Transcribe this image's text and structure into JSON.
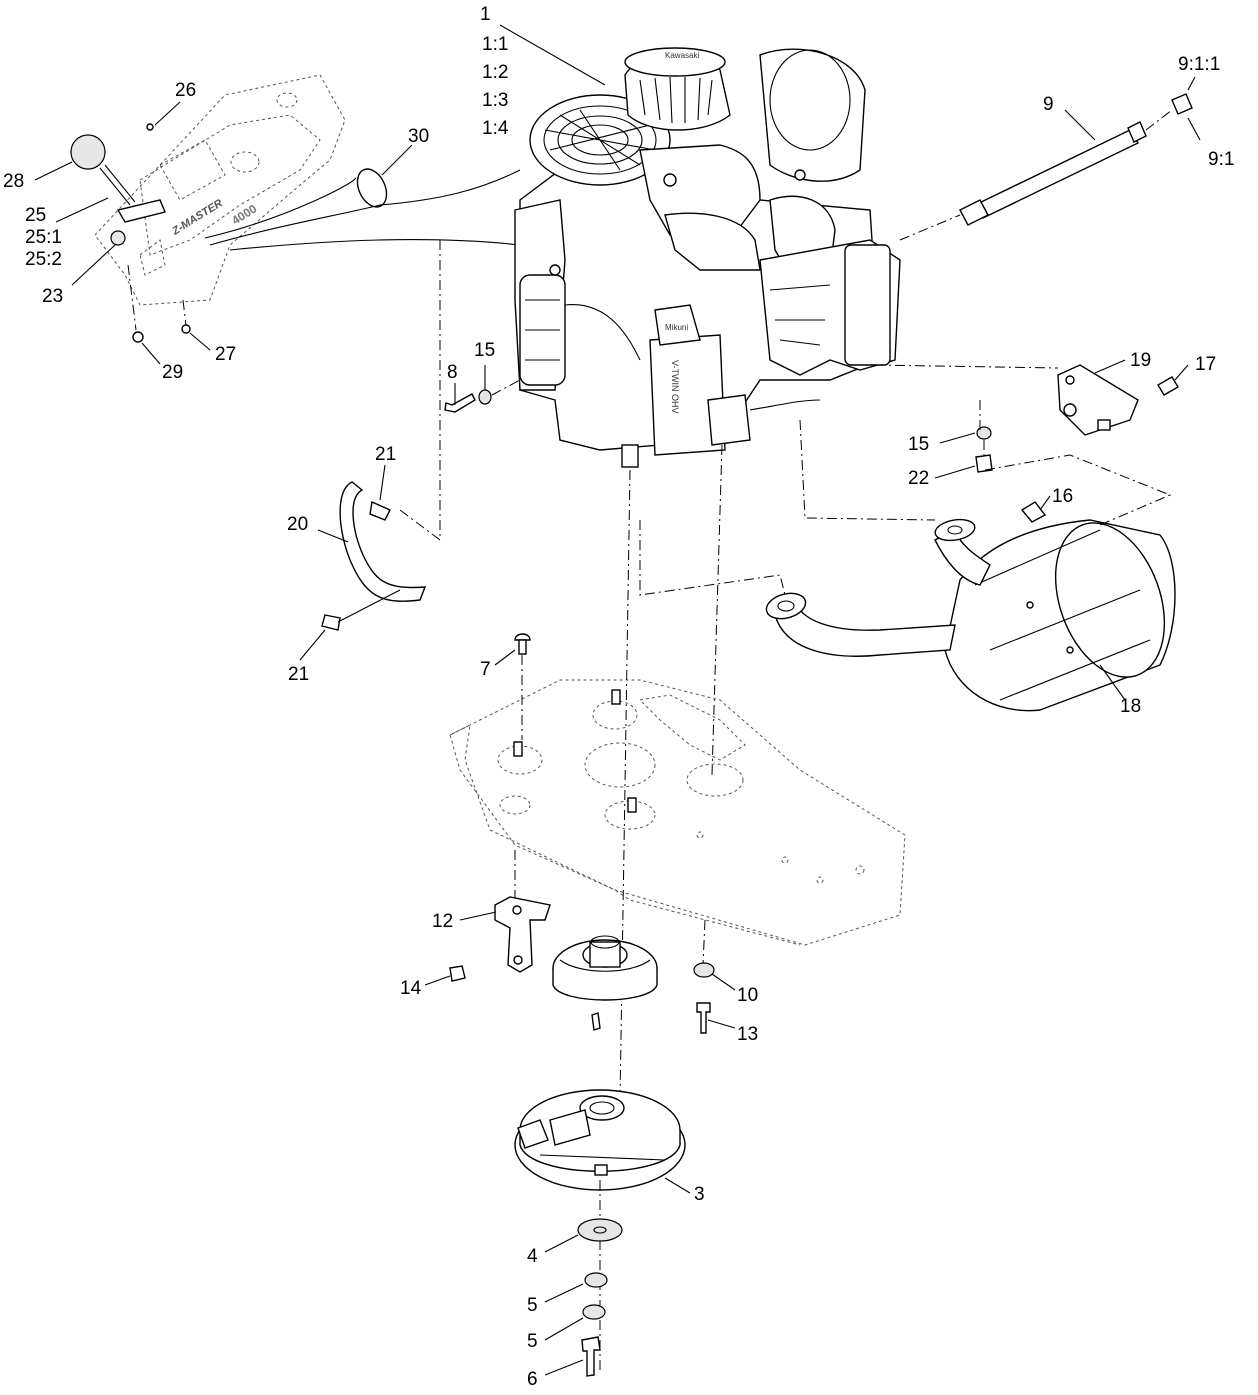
{
  "callouts": {
    "c1": "1",
    "c1_1": "1:1",
    "c1_2": "1:2",
    "c1_3": "1:3",
    "c1_4": "1:4",
    "c3": "3",
    "c4": "4",
    "c5a": "5",
    "c5b": "5",
    "c6": "6",
    "c7": "7",
    "c8": "8",
    "c9": "9",
    "c9_1": "9:1",
    "c9_1_1": "9:1:1",
    "c10": "10",
    "c12": "12",
    "c13": "13",
    "c14": "14",
    "c15a": "15",
    "c15b": "15",
    "c16": "16",
    "c17": "17",
    "c18": "18",
    "c19": "19",
    "c20": "20",
    "c21a": "21",
    "c21b": "21",
    "c22": "22",
    "c23": "23",
    "c25": "25",
    "c25_1": "25:1",
    "c25_2": "25:2",
    "c26": "26",
    "c27": "27",
    "c28": "28",
    "c29": "29",
    "c30": "30"
  },
  "engine_decals": {
    "brand": "Kawasaki",
    "panel": "Z-MASTER",
    "model": "4000",
    "carb": "Mikuni",
    "valve": "V-TWIN OHV"
  }
}
